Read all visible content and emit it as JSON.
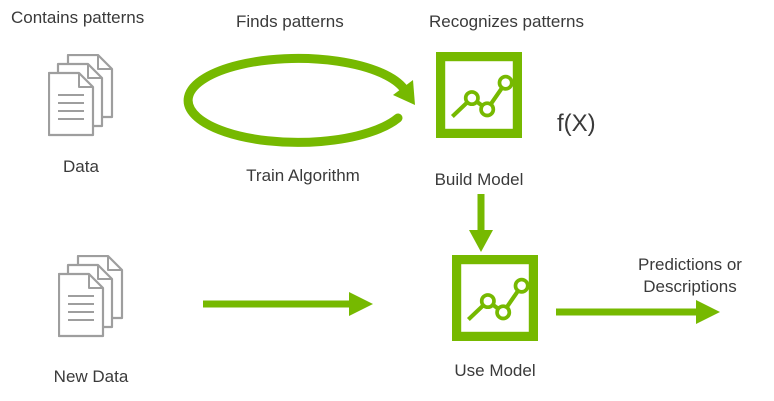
{
  "colors": {
    "accent_green": "#76b900",
    "icon_gray": "#9e9e9e",
    "text": "#3a3a3a"
  },
  "captions": {
    "data": "Contains patterns",
    "train": "Finds patterns",
    "model": "Recognizes patterns"
  },
  "labels": {
    "data": "Data",
    "train_algorithm": "Train Algorithm",
    "build_model": "Build Model",
    "fx": "f(X)",
    "new_data": "New Data",
    "use_model": "Use Model",
    "output": "Predictions or Descriptions"
  },
  "icons": {
    "data": "document-stack-icon",
    "new_data": "document-stack-icon",
    "train_algorithm": "cycle-ellipse-arrow-icon",
    "build_model": "model-chart-icon",
    "use_model": "model-chart-icon",
    "flow_arrows": "green-arrow"
  }
}
